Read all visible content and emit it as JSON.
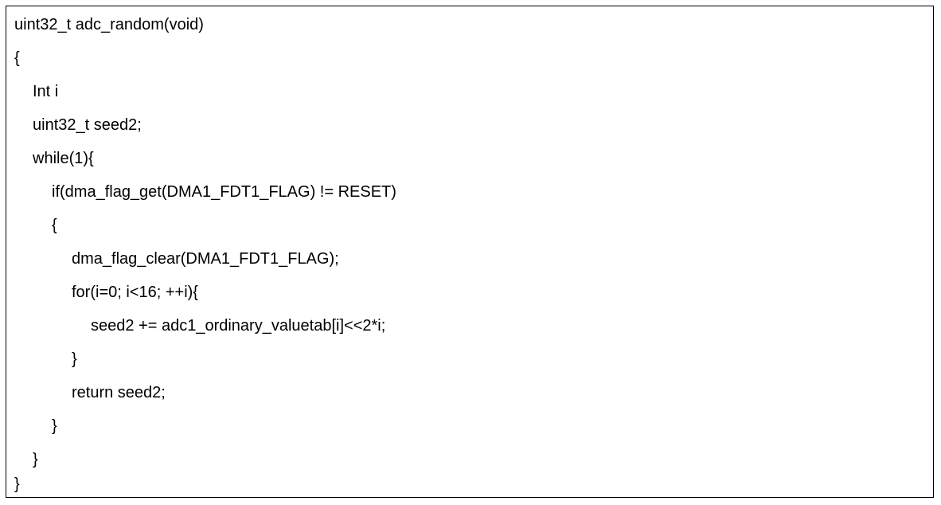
{
  "code": {
    "lines": [
      "uint32_t adc_random(void)",
      "{",
      "Int i",
      "uint32_t seed2;",
      "while(1){",
      "if(dma_flag_get(DMA1_FDT1_FLAG) != RESET)",
      "{",
      "dma_flag_clear(DMA1_FDT1_FLAG);",
      "for(i=0; i<16; ++i){",
      "seed2 += adc1_ordinary_valuetab[i]<<2*i;",
      "}",
      "return seed2;",
      "}",
      "}",
      "}"
    ]
  }
}
